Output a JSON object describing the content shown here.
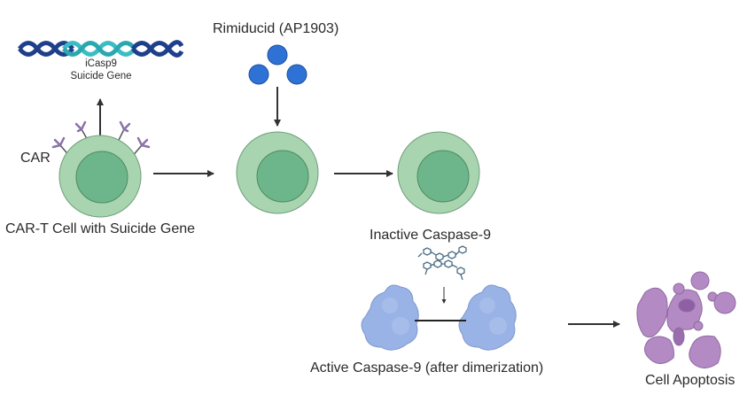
{
  "diagram": {
    "title": "iCasp9 suicide gene activation in CAR-T cells",
    "labels": {
      "gene": [
        "iCasp9",
        "Suicide Gene"
      ],
      "car": "CAR",
      "car_t_cell": "CAR-T Cell with Suicide Gene",
      "drug": "Rimiducid (AP1903)",
      "inactive": "Inactive Caspase-9",
      "active": "Active Caspase-9 (after dimerization)",
      "apoptosis": "Cell Apoptosis"
    },
    "nodes": [
      {
        "id": "dna",
        "icon": "dna-helix-icon"
      },
      {
        "id": "car-t-cell",
        "icon": "t-cell-icon"
      },
      {
        "id": "drug",
        "icon": "small-molecule-icon",
        "count": 3
      },
      {
        "id": "treated-cell",
        "icon": "t-cell-icon"
      },
      {
        "id": "inactive-cell",
        "icon": "t-cell-icon"
      },
      {
        "id": "inactive-caspase",
        "icon": "molecule-structure-icon"
      },
      {
        "id": "caspase-dimer",
        "icon": "protein-icon",
        "count": 2
      },
      {
        "id": "apoptotic-cell",
        "icon": "apoptotic-cell-icon"
      }
    ],
    "edges": [
      {
        "from": "car-t-cell",
        "to": "dna"
      },
      {
        "from": "drug",
        "to": "treated-cell"
      },
      {
        "from": "car-t-cell",
        "to": "treated-cell"
      },
      {
        "from": "treated-cell",
        "to": "inactive-cell"
      },
      {
        "from": "inactive-caspase",
        "to": "caspase-dimer"
      },
      {
        "from": "caspase-dimer",
        "to": "apoptotic-cell"
      }
    ],
    "colors": {
      "cell_outer": "#a8d5b0",
      "cell_inner": "#6db58a",
      "cell_stroke": "#5a8f6a",
      "receptor": "#8a72a8",
      "drug": "#2f72d6",
      "dna_dark": "#1e3f8a",
      "dna_light": "#3cbcc4",
      "protein": "#9ab3e6",
      "apoptosis": "#b48ac4",
      "arrow": "#333333"
    }
  }
}
